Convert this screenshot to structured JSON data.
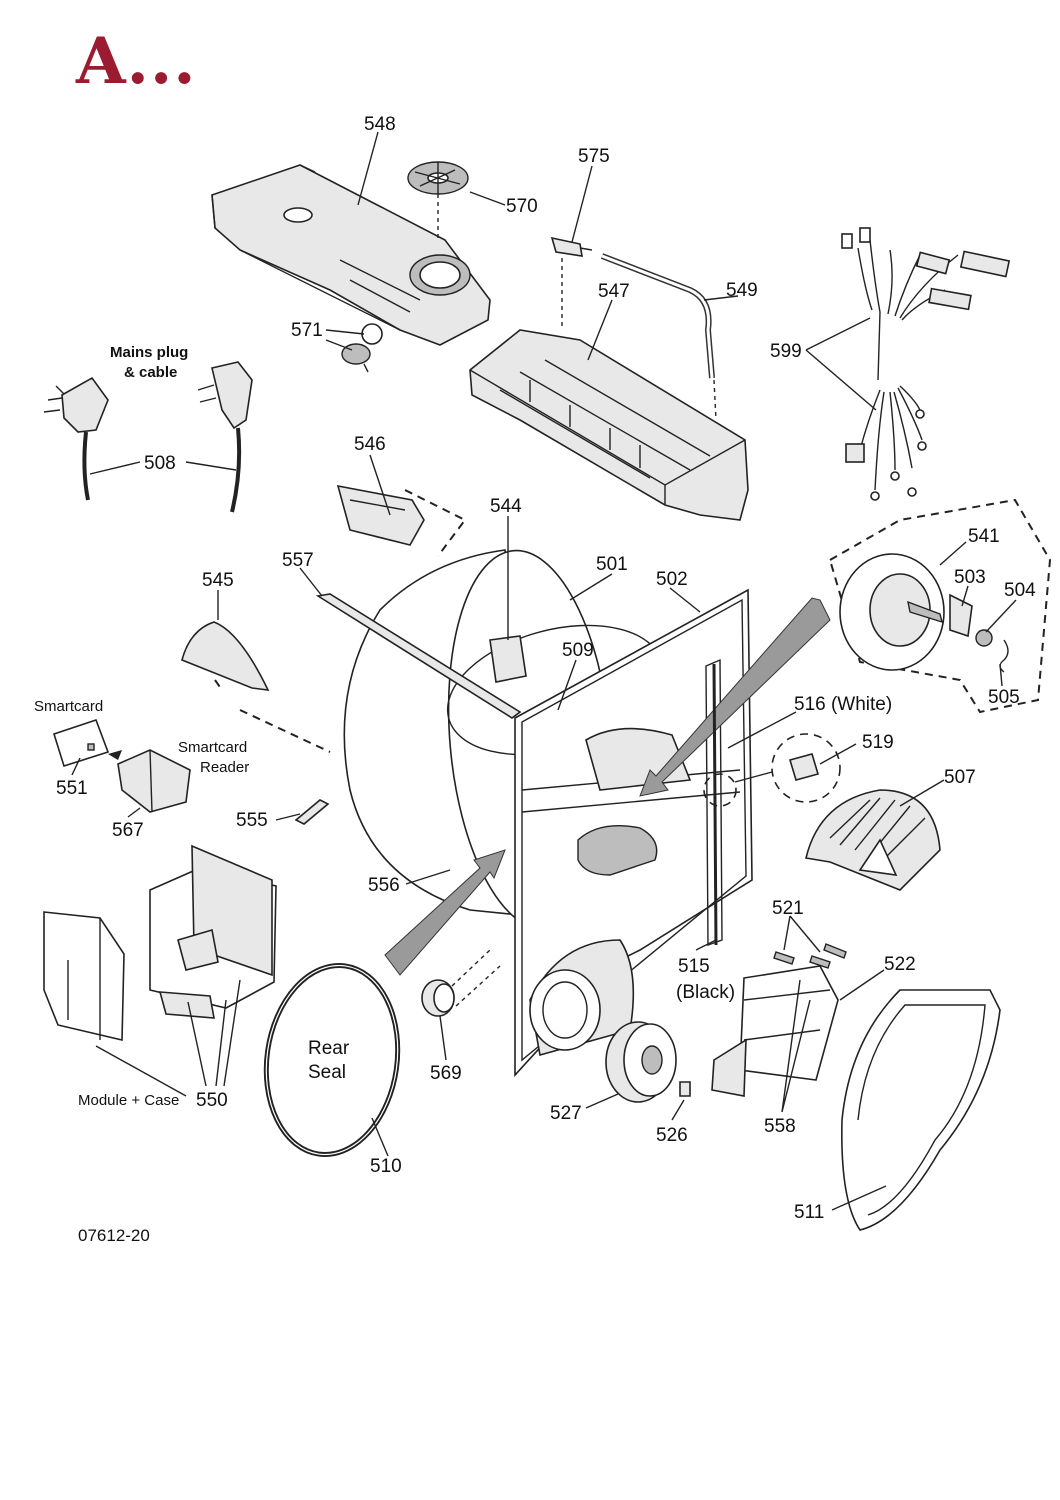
{
  "header": {
    "title": "A...",
    "title_color": "#9b1b30"
  },
  "figure_code": "07612-20",
  "labels": {
    "p548": "548",
    "p570": "570",
    "p575": "575",
    "p549": "549",
    "p547": "547",
    "p571": "571",
    "p599": "599",
    "p508": "508",
    "p546": "546",
    "p544": "544",
    "p501": "501",
    "p502": "502",
    "p541": "541",
    "p503": "503",
    "p504": "504",
    "p505": "505",
    "p545": "545",
    "p557": "557",
    "p509": "509",
    "p516": "516 (White)",
    "p519": "519",
    "p507": "507",
    "p551": "551",
    "p567": "567",
    "p555": "555",
    "p556": "556",
    "p521": "521",
    "p522": "522",
    "p515a": "515",
    "p515b": "(Black)",
    "p550": "550",
    "p569": "569",
    "p527": "527",
    "p526": "526",
    "p558": "558",
    "p510": "510",
    "p511": "511"
  },
  "captions": {
    "mains_line1": "Mains plug",
    "mains_line2": "& cable",
    "smartcard": "Smartcard",
    "reader_line1": "Smartcard",
    "reader_line2": "Reader",
    "module_case": "Module + Case",
    "rear_seal_line1": "Rear",
    "rear_seal_line2": "Seal"
  }
}
